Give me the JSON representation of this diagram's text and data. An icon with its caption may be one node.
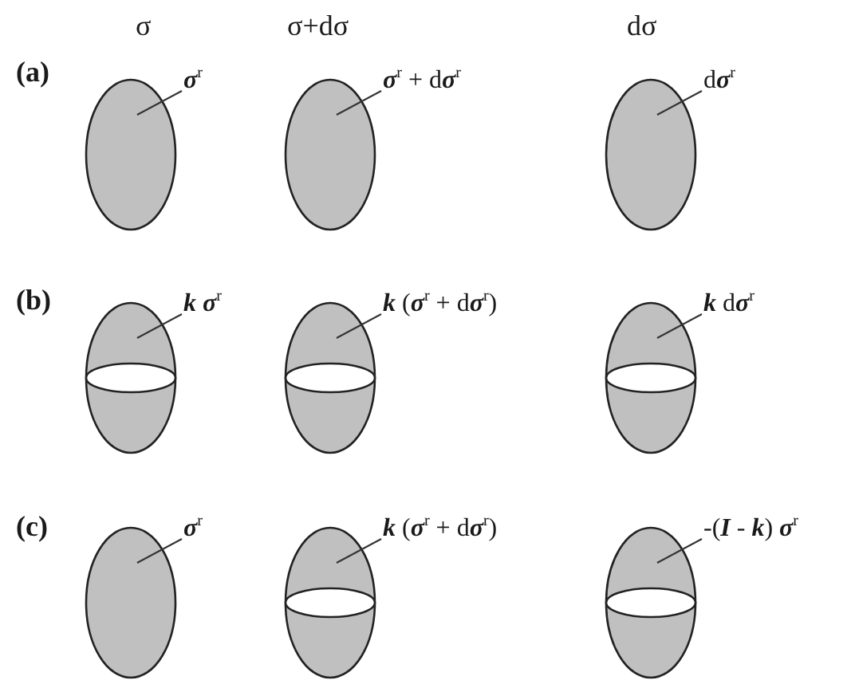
{
  "diagram": {
    "nodes": [
      {
        "text": [],
        "shape": "ellipse"
      },
      {
        "text": [
          "**σ**$^{r}$"
        ]
      },
      {
        "text": [],
        "shape": "ellipse"
      },
      {
        "text": [
          "**σ**$^{r}$ + d**σ**$^{r}$"
        ]
      },
      {
        "text": [],
        "shape": "ellipse"
      },
      {
        "text": [
          "d**σ**$^{r}$"
        ]
      },
      {
        "text": [],
        "shape": "ellipsoid"
      },
      {
        "text": [
          "**k** **σ**$^{r}$"
        ]
      },
      {
        "text": [],
        "shape": "ellipsoid"
      },
      {
        "text": [
          "**k** (**σ**$^{r}$ + d**σ**$^{r}$)"
        ]
      },
      {
        "text": [],
        "shape": "ellipsoid"
      },
      {
        "text": [
          "**k** d**σ**$^{r}$"
        ]
      },
      {
        "text": [],
        "shape": "ellipse"
      },
      {
        "text": [
          "**σ**$^{r}$"
        ]
      },
      {
        "text": [],
        "shape": "ellipsoid"
      },
      {
        "text": [
          "**k** (**σ**$^{r}$ + d**σ**$^{r}$)"
        ]
      },
      {
        "text": [],
        "shape": "ellipsoid"
      },
      {
        "text": [
          "-(**I** - **k**) **σ**$^{r}$"
        ]
      }
    ],
    "edges": [
      {
        "from": 1,
        "to": 0,
        "arrow": "none"
      },
      {
        "from": 3,
        "to": 2,
        "arrow": "none"
      },
      {
        "from": 5,
        "to": 4,
        "arrow": "none"
      },
      {
        "from": 7,
        "to": 6,
        "arrow": "none"
      },
      {
        "from": 9,
        "to": 8,
        "arrow": "none"
      },
      {
        "from": 11,
        "to": 10,
        "arrow": "none"
      },
      {
        "from": 13,
        "to": 12,
        "arrow": "none"
      },
      {
        "from": 15,
        "to": 14,
        "arrow": "none"
      },
      {
        "from": 17,
        "to": 16,
        "arrow": "none"
      }
    ],
    "labels": [
      "σ",
      "σ+dσ",
      "dσ",
      "(a)",
      "(b)",
      "(c)"
    ]
  }
}
